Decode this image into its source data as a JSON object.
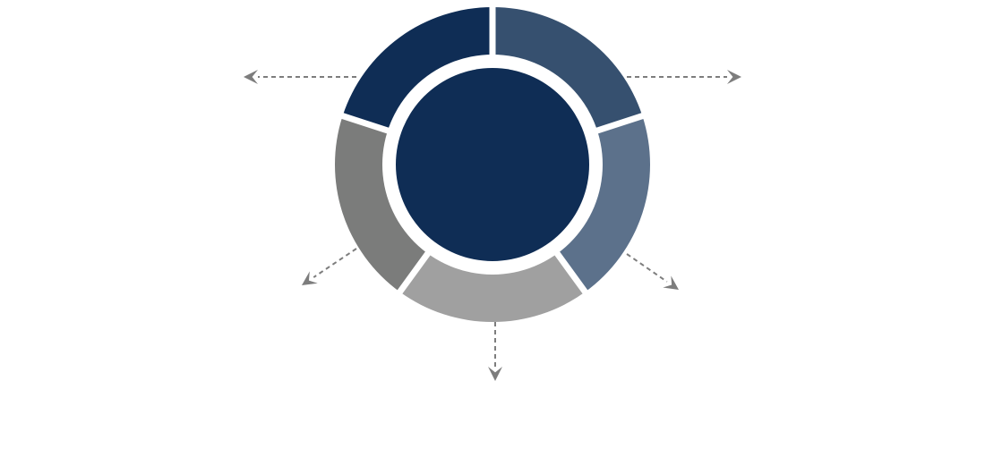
{
  "diagram": {
    "type": "segmented-ring-with-arrows",
    "hub": {
      "color": "#0f2d55",
      "ring_color": "#ffffff"
    },
    "segments": [
      {
        "id": "top-left",
        "color": "#0f2d55"
      },
      {
        "id": "top-right",
        "color": "#36506f"
      },
      {
        "id": "right",
        "color": "#5c718b"
      },
      {
        "id": "bottom",
        "color": "#a0a0a0"
      },
      {
        "id": "left",
        "color": "#7b7c7b"
      }
    ],
    "arrows": [
      {
        "id": "upper-left",
        "direction": "left"
      },
      {
        "id": "upper-right",
        "direction": "right"
      },
      {
        "id": "lower-left",
        "direction": "down-left"
      },
      {
        "id": "lower-right",
        "direction": "down-right"
      },
      {
        "id": "bottom",
        "direction": "down"
      }
    ],
    "arrow_color": "#7d7d7d"
  }
}
